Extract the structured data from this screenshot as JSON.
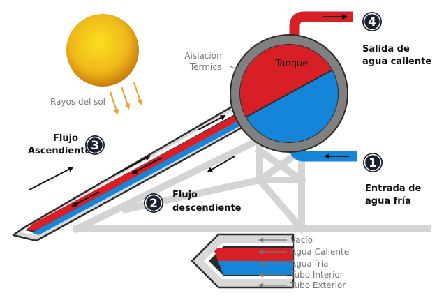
{
  "labels": {
    "sun_rays": "Rayos del sol",
    "insulation_line1": "Aislación",
    "insulation_line2": "Térmica",
    "tank": "Tanque",
    "hot_out_line1": "Salida de",
    "hot_out_line2": "agua caliente",
    "cold_in_line1": "Entrada de",
    "cold_in_line2": "agua fría",
    "rising_line1": "Flujo",
    "rising_line2": "Ascendiente",
    "falling_line1": "Flujo",
    "falling_line2": "descendiente"
  },
  "steps": {
    "one": "1",
    "two": "2",
    "three": "3",
    "four": "4"
  },
  "legend": {
    "vacuum": "Vacío",
    "hot_water": "Agua Caliente",
    "cold_water": "Agua fría",
    "inner_tube": "Tubo Interior",
    "outer_tube": "Tubo Exterior"
  },
  "colors": {
    "hot": "#d91f26",
    "cold": "#1485d8",
    "insulation": "#808080",
    "glass": "#d8d8d8",
    "sun": "#f0b81a",
    "rays": "#e8a531",
    "badge": "#1b2030"
  }
}
